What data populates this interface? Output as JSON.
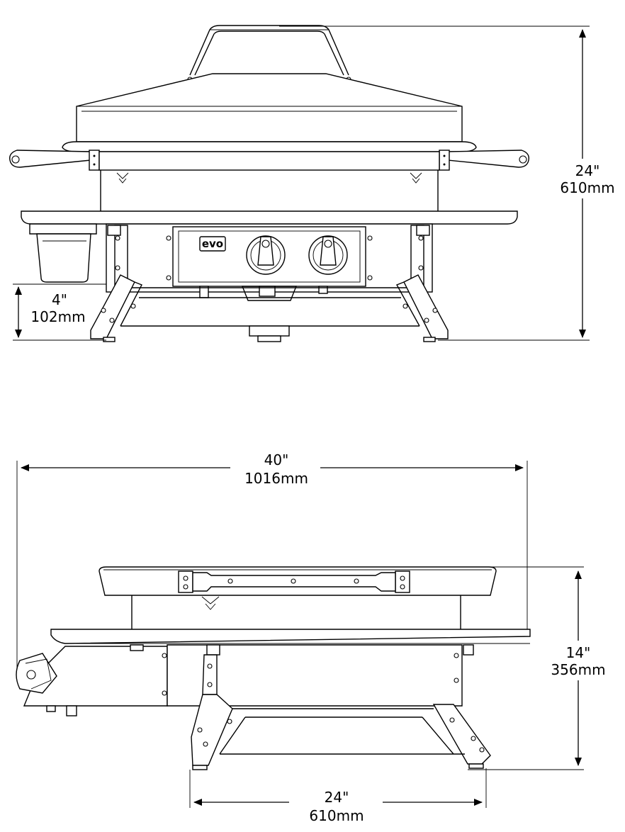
{
  "front_view": {
    "height_dimension": {
      "imperial": "24\"",
      "metric": "610mm"
    },
    "leg_clearance_dimension": {
      "imperial": "4\"",
      "metric": "102mm"
    },
    "brand_logo_text": "evo"
  },
  "side_view": {
    "overall_width_dimension": {
      "imperial": "40\"",
      "metric": "1016mm"
    },
    "height_dimension": {
      "imperial": "14\"",
      "metric": "356mm"
    },
    "base_width_dimension": {
      "imperial": "24\"",
      "metric": "610mm"
    }
  }
}
